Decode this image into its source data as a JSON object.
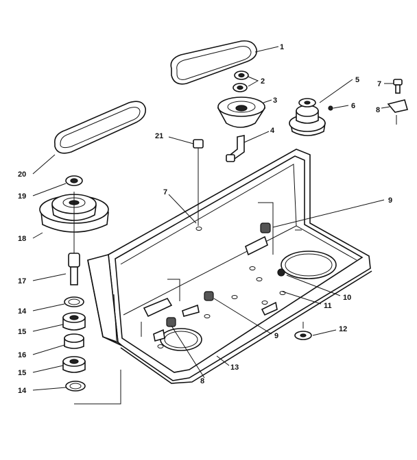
{
  "parts": [
    {
      "key": "p1",
      "label": "1"
    },
    {
      "key": "p2",
      "label": "2"
    },
    {
      "key": "p3",
      "label": "3"
    },
    {
      "key": "p4",
      "label": "4"
    },
    {
      "key": "p5",
      "label": "5"
    },
    {
      "key": "p6",
      "label": "6"
    },
    {
      "key": "p7a",
      "label": "7"
    },
    {
      "key": "p7b",
      "label": "7"
    },
    {
      "key": "p8a",
      "label": "8"
    },
    {
      "key": "p8b",
      "label": "8"
    },
    {
      "key": "p9a",
      "label": "9"
    },
    {
      "key": "p9b",
      "label": "9"
    },
    {
      "key": "p10",
      "label": "10"
    },
    {
      "key": "p11",
      "label": "11"
    },
    {
      "key": "p12",
      "label": "12"
    },
    {
      "key": "p13",
      "label": "13"
    },
    {
      "key": "p14a",
      "label": "14"
    },
    {
      "key": "p14b",
      "label": "14"
    },
    {
      "key": "p15a",
      "label": "15"
    },
    {
      "key": "p15b",
      "label": "15"
    },
    {
      "key": "p16",
      "label": "16"
    },
    {
      "key": "p17",
      "label": "17"
    },
    {
      "key": "p18",
      "label": "18"
    },
    {
      "key": "p19",
      "label": "19"
    },
    {
      "key": "p20",
      "label": "20"
    },
    {
      "key": "p21",
      "label": "21"
    }
  ]
}
